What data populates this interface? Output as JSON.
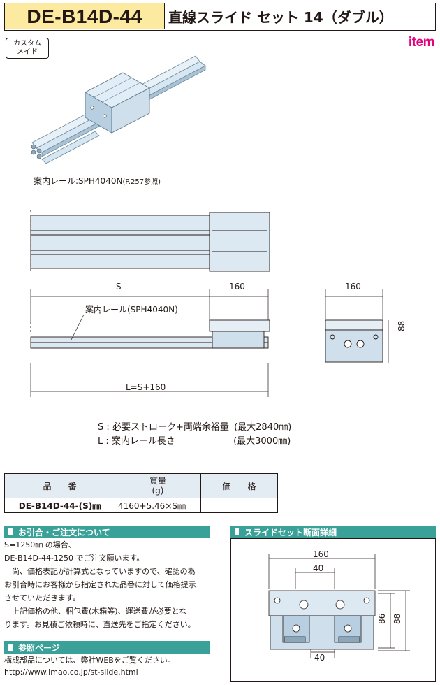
{
  "header": {
    "product_code": "DE-B14D-44",
    "title": "直線スライド セット 14（ダブル）"
  },
  "badge": {
    "line1": "カスタム",
    "line2": "メイド"
  },
  "brand": "item",
  "rail_note": {
    "main": "案内レール:SPH4040N",
    "ref": "(P.257参照)"
  },
  "dims": {
    "s": "S",
    "block_width": "160",
    "end_width": "160",
    "height": "88",
    "rail_label": "案内レール(SPH4040N)",
    "total_length": "L=S+160"
  },
  "legend": [
    {
      "key": "S",
      "sep": ":",
      "desc": "必要ストローク+両端余裕量",
      "max": "(最大2840㎜)"
    },
    {
      "key": "L",
      "sep": ":",
      "desc": "案内レール長さ",
      "max": "(最大3000㎜)"
    }
  ],
  "table": {
    "headers": {
      "part_no": "品　　番",
      "mass": "質量",
      "mass_unit": "(g)",
      "price": "価　　格"
    },
    "rows": [
      {
        "part_no": "DE-B14D-44-(S)㎜",
        "mass": "4160+5.46×S㎜",
        "price": ""
      }
    ]
  },
  "order_section": {
    "title": "お引合・ご注文について",
    "lines": [
      "S=1250㎜ の場合、",
      "DE-B14D-44-1250 でご注文願います。",
      "　尚、価格表記が計算式となっていますので、確認の為",
      "お引合時にお客様から指定された品番に対して価格提示",
      "させていただきます。",
      "　上記価格の他、梱包費(木箱等)、運送費が必要とな",
      "ります。お見積ご依頼時に、直送先をご指定ください。"
    ]
  },
  "reference_section": {
    "title": "参照ページ",
    "lines": [
      "構成部品については、弊社WEBをご覧ください。",
      "http://www.imao.co.jp/st-slide.html"
    ]
  },
  "detail_section": {
    "title": "スライドセット断面詳細",
    "width": "160",
    "top_pitch": "40",
    "bottom_pitch": "40",
    "inner_height": "86",
    "outer_height": "88"
  }
}
